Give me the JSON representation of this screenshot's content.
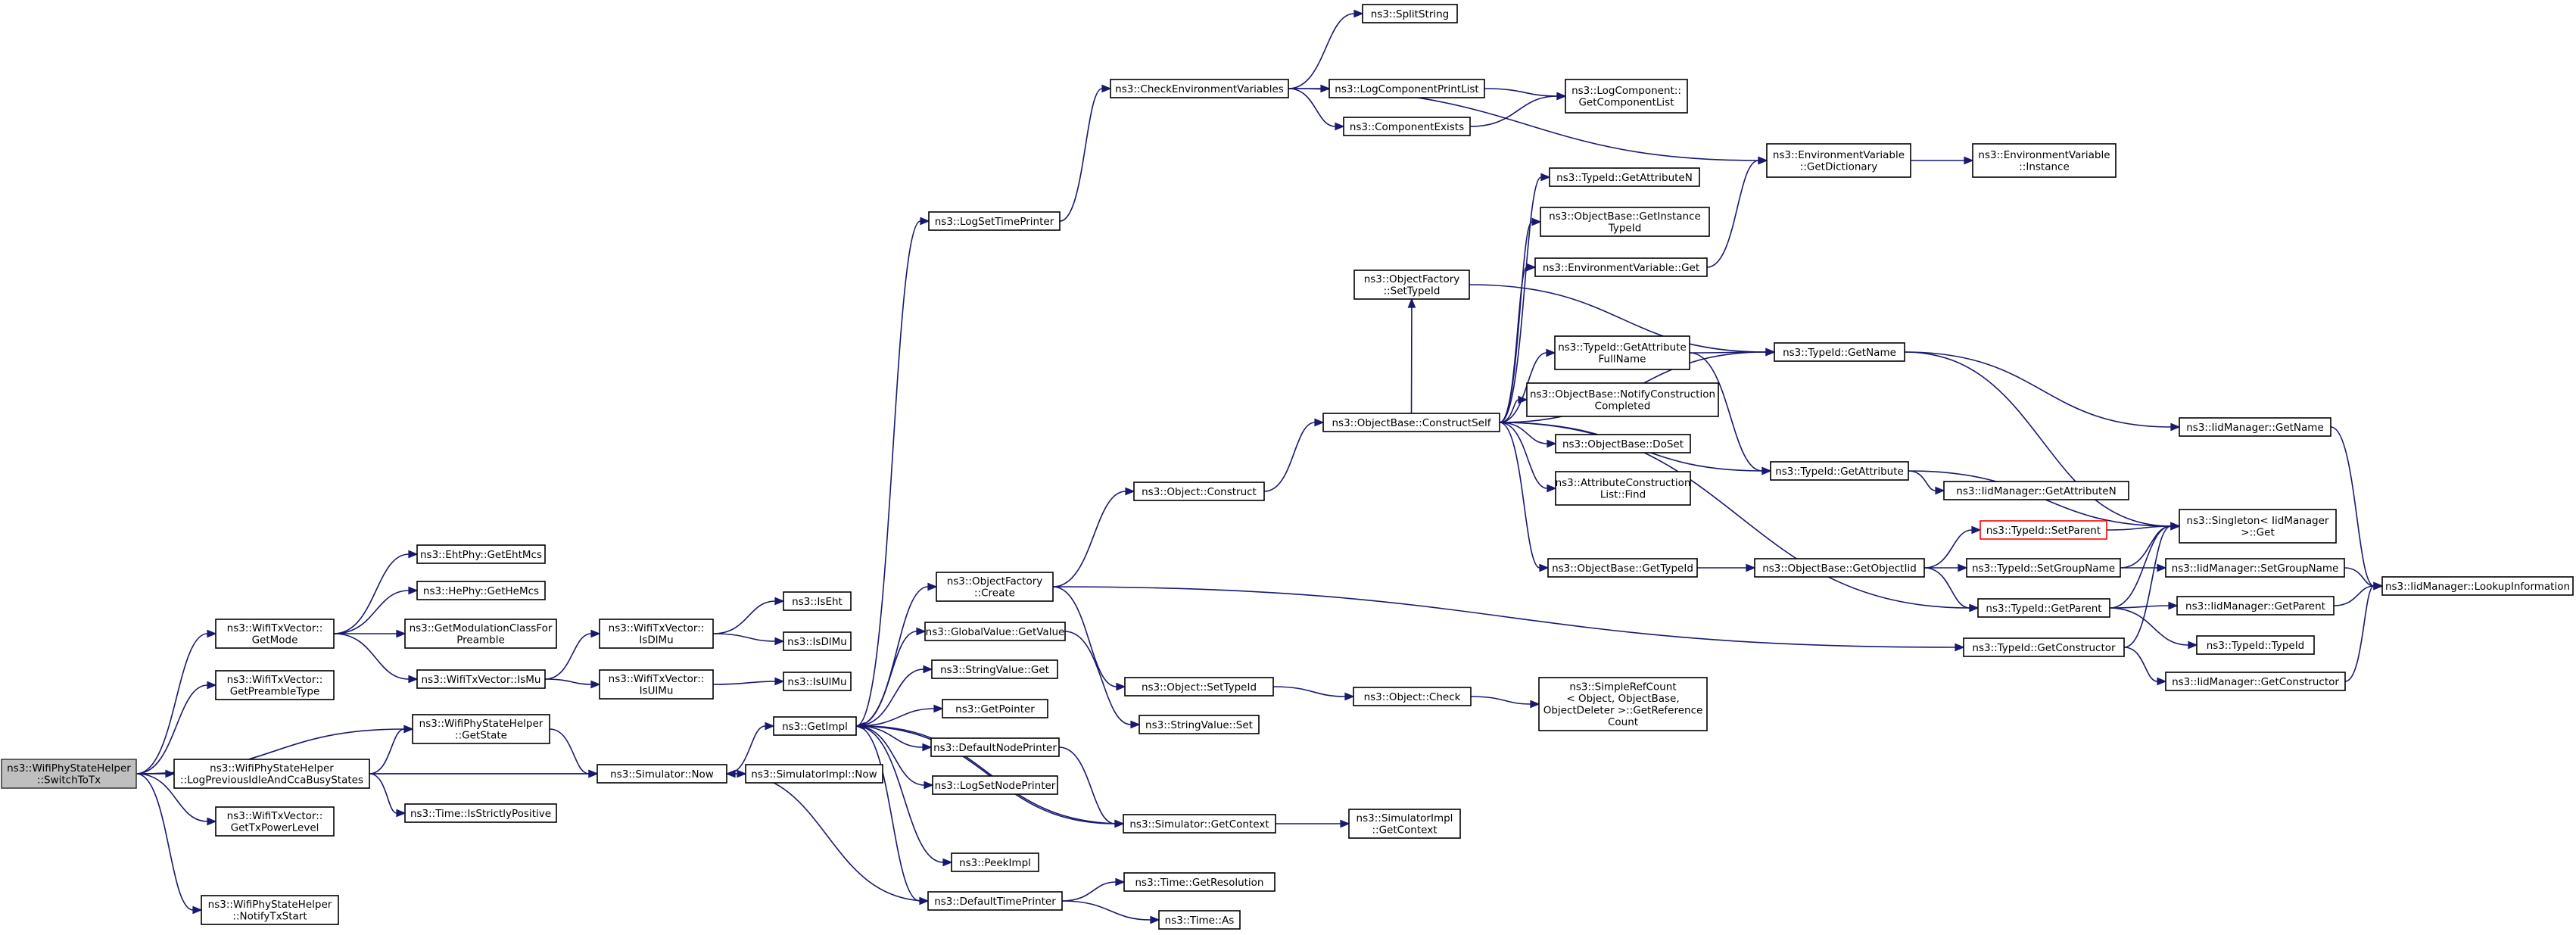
{
  "graph": {
    "nodes": [
      {
        "id": "root",
        "lines": [
          "ns3::WifiPhyStateHelper",
          "::SwitchToTx"
        ],
        "style": "root"
      },
      {
        "id": "getMode",
        "lines": [
          "ns3::WifiTxVector::",
          "GetMode"
        ]
      },
      {
        "id": "getPreambleType",
        "lines": [
          "ns3::WifiTxVector::",
          "GetPreambleType"
        ]
      },
      {
        "id": "getState",
        "lines": [
          "ns3::WifiPhyStateHelper",
          "::GetState"
        ]
      },
      {
        "id": "logPrev",
        "lines": [
          "ns3::WifiPhyStateHelper",
          "::LogPreviousIdleAndCcaBusyStates"
        ]
      },
      {
        "id": "getTxPowerLevel",
        "lines": [
          "ns3::WifiTxVector::",
          "GetTxPowerLevel"
        ]
      },
      {
        "id": "notifyTxStart",
        "lines": [
          "ns3::WifiPhyStateHelper",
          "::NotifyTxStart"
        ]
      },
      {
        "id": "ehtMcs",
        "lines": [
          "ns3::EhtPhy::GetEhtMcs"
        ]
      },
      {
        "id": "heMcs",
        "lines": [
          "ns3::HePhy::GetHeMcs"
        ]
      },
      {
        "id": "modClass",
        "lines": [
          "ns3::GetModulationClassFor",
          "Preamble"
        ]
      },
      {
        "id": "isMu",
        "lines": [
          "ns3::WifiTxVector::IsMu"
        ]
      },
      {
        "id": "isStrictlyPositive",
        "lines": [
          "ns3::Time::IsStrictlyPositive"
        ]
      },
      {
        "id": "simNow",
        "lines": [
          "ns3::Simulator::Now"
        ]
      },
      {
        "id": "isDlMu",
        "lines": [
          "ns3::WifiTxVector::",
          "IsDlMu"
        ]
      },
      {
        "id": "isUlMu",
        "lines": [
          "ns3::WifiTxVector::",
          "IsUlMu"
        ]
      },
      {
        "id": "isEht",
        "lines": [
          "ns3::IsEht"
        ]
      },
      {
        "id": "isDlMuFn",
        "lines": [
          "ns3::IsDlMu"
        ]
      },
      {
        "id": "isUlMuFn",
        "lines": [
          "ns3::IsUlMu"
        ]
      },
      {
        "id": "simImplNow",
        "lines": [
          "ns3::SimulatorImpl::Now"
        ]
      },
      {
        "id": "getImpl",
        "lines": [
          "ns3::GetImpl"
        ]
      },
      {
        "id": "logSetTimePrinter",
        "lines": [
          "ns3::LogSetTimePrinter"
        ]
      },
      {
        "id": "objFactoryCreate",
        "lines": [
          "ns3::ObjectFactory",
          "::Create"
        ]
      },
      {
        "id": "globalValueGet",
        "lines": [
          "ns3::GlobalValue::GetValue"
        ]
      },
      {
        "id": "stringValueGet",
        "lines": [
          "ns3::StringValue::Get"
        ]
      },
      {
        "id": "getPointer",
        "lines": [
          "ns3::GetPointer"
        ]
      },
      {
        "id": "defaultNodePrinter",
        "lines": [
          "ns3::DefaultNodePrinter"
        ]
      },
      {
        "id": "logSetNodePrinter",
        "lines": [
          "ns3::LogSetNodePrinter"
        ]
      },
      {
        "id": "peekImpl",
        "lines": [
          "ns3::PeekImpl"
        ]
      },
      {
        "id": "defaultTimePrinter",
        "lines": [
          "ns3::DefaultTimePrinter"
        ]
      },
      {
        "id": "checkEnv",
        "lines": [
          "ns3::CheckEnvironmentVariables"
        ]
      },
      {
        "id": "splitString",
        "lines": [
          "ns3::SplitString"
        ]
      },
      {
        "id": "logCompPrintList",
        "lines": [
          "ns3::LogComponentPrintList"
        ]
      },
      {
        "id": "componentExists",
        "lines": [
          "ns3::ComponentExists"
        ]
      },
      {
        "id": "objFactorySetTypeId",
        "lines": [
          "ns3::ObjectFactory",
          "::SetTypeId"
        ]
      },
      {
        "id": "objectConstruct",
        "lines": [
          "ns3::Object::Construct"
        ]
      },
      {
        "id": "objectSetTypeId",
        "lines": [
          "ns3::Object::SetTypeId"
        ]
      },
      {
        "id": "stringValueSet",
        "lines": [
          "ns3::StringValue::Set"
        ]
      },
      {
        "id": "simGetContext",
        "lines": [
          "ns3::Simulator::GetContext"
        ]
      },
      {
        "id": "timeGetResolution",
        "lines": [
          "ns3::Time::GetResolution"
        ]
      },
      {
        "id": "timeAs",
        "lines": [
          "ns3::Time::As"
        ]
      },
      {
        "id": "getCompList",
        "lines": [
          "ns3::LogComponent::",
          "GetComponentList"
        ]
      },
      {
        "id": "objectCheck",
        "lines": [
          "ns3::Object::Check"
        ]
      },
      {
        "id": "simImplGetContext",
        "lines": [
          "ns3::SimulatorImpl",
          "::GetContext"
        ]
      },
      {
        "id": "constructSelf",
        "lines": [
          "ns3::ObjectBase::ConstructSelf"
        ]
      },
      {
        "id": "typeGetAttrN",
        "lines": [
          "ns3::TypeId::GetAttributeN"
        ]
      },
      {
        "id": "getInstTypeId",
        "lines": [
          "ns3::ObjectBase::GetInstance",
          "TypeId"
        ]
      },
      {
        "id": "envVarGet",
        "lines": [
          "ns3::EnvironmentVariable::Get"
        ]
      },
      {
        "id": "getAttrFullName",
        "lines": [
          "ns3::TypeId::GetAttribute",
          "FullName"
        ]
      },
      {
        "id": "notifyConstruction",
        "lines": [
          "ns3::ObjectBase::NotifyConstruction",
          "Completed"
        ]
      },
      {
        "id": "doSet",
        "lines": [
          "ns3::ObjectBase::DoSet"
        ]
      },
      {
        "id": "attrListFind",
        "lines": [
          "ns3::AttributeConstruction",
          "List::Find"
        ]
      },
      {
        "id": "objBaseGetTypeId",
        "lines": [
          "ns3::ObjectBase::GetTypeId"
        ]
      },
      {
        "id": "simpleRefCount",
        "lines": [
          "ns3::SimpleRefCount",
          "< Object, ObjectBase,",
          "ObjectDeleter >::GetReference",
          "Count"
        ]
      },
      {
        "id": "envGetDict",
        "lines": [
          "ns3::EnvironmentVariable",
          "::GetDictionary"
        ]
      },
      {
        "id": "typeGetName",
        "lines": [
          "ns3::TypeId::GetName"
        ]
      },
      {
        "id": "typeGetAttribute",
        "lines": [
          "ns3::TypeId::GetAttribute"
        ]
      },
      {
        "id": "getObjectIid",
        "lines": [
          "ns3::ObjectBase::GetObjectIid"
        ]
      },
      {
        "id": "typeSetParent",
        "lines": [
          "ns3::TypeId::SetParent"
        ],
        "style": "red"
      },
      {
        "id": "typeSetGroupName",
        "lines": [
          "ns3::TypeId::SetGroupName"
        ]
      },
      {
        "id": "typeGetParent",
        "lines": [
          "ns3::TypeId::GetParent"
        ]
      },
      {
        "id": "typeGetConstructor",
        "lines": [
          "ns3::TypeId::GetConstructor"
        ]
      },
      {
        "id": "envInstance",
        "lines": [
          "ns3::EnvironmentVariable",
          "::Instance"
        ]
      },
      {
        "id": "iidGetName",
        "lines": [
          "ns3::IidManager::GetName"
        ]
      },
      {
        "id": "iidGetAttrN",
        "lines": [
          "ns3::IidManager::GetAttributeN"
        ]
      },
      {
        "id": "singletonGet",
        "lines": [
          "ns3::Singleton< IidManager",
          ">::Get"
        ]
      },
      {
        "id": "iidSetGroupName",
        "lines": [
          "ns3::IidManager::SetGroupName"
        ]
      },
      {
        "id": "iidGetParent",
        "lines": [
          "ns3::IidManager::GetParent"
        ]
      },
      {
        "id": "typeTypeId",
        "lines": [
          "ns3::TypeId::TypeId"
        ]
      },
      {
        "id": "iidGetConstructor",
        "lines": [
          "ns3::IidManager::GetConstructor"
        ]
      },
      {
        "id": "iidLookup",
        "lines": [
          "ns3::IidManager::LookupInformation"
        ]
      }
    ],
    "edges": [
      [
        "root",
        "getMode"
      ],
      [
        "root",
        "getPreambleType"
      ],
      [
        "root",
        "getState"
      ],
      [
        "root",
        "logPrev"
      ],
      [
        "root",
        "getTxPowerLevel"
      ],
      [
        "root",
        "notifyTxStart"
      ],
      [
        "root",
        "simNow"
      ],
      [
        "getMode",
        "ehtMcs"
      ],
      [
        "getMode",
        "heMcs"
      ],
      [
        "getMode",
        "modClass"
      ],
      [
        "getMode",
        "isMu"
      ],
      [
        "getState",
        "simNow"
      ],
      [
        "logPrev",
        "getState"
      ],
      [
        "logPrev",
        "isStrictlyPositive"
      ],
      [
        "logPrev",
        "simNow"
      ],
      [
        "isMu",
        "isDlMu"
      ],
      [
        "isMu",
        "isUlMu"
      ],
      [
        "isDlMu",
        "isEht"
      ],
      [
        "isDlMu",
        "isDlMuFn"
      ],
      [
        "isUlMu",
        "isUlMuFn"
      ],
      [
        "simNow",
        "getImpl"
      ],
      [
        "simNow",
        "simImplNow"
      ],
      [
        "getImpl",
        "logSetTimePrinter"
      ],
      [
        "getImpl",
        "objFactoryCreate"
      ],
      [
        "getImpl",
        "globalValueGet"
      ],
      [
        "getImpl",
        "stringValueGet"
      ],
      [
        "getImpl",
        "getPointer"
      ],
      [
        "getImpl",
        "defaultNodePrinter"
      ],
      [
        "getImpl",
        "logSetNodePrinter"
      ],
      [
        "getImpl",
        "peekImpl"
      ],
      [
        "getImpl",
        "defaultTimePrinter"
      ],
      [
        "getImpl",
        "simGetContext"
      ],
      [
        "logSetTimePrinter",
        "checkEnv"
      ],
      [
        "checkEnv",
        "splitString"
      ],
      [
        "checkEnv",
        "logCompPrintList"
      ],
      [
        "checkEnv",
        "componentExists"
      ],
      [
        "checkEnv",
        "envGetDict"
      ],
      [
        "logCompPrintList",
        "getCompList"
      ],
      [
        "componentExists",
        "getCompList"
      ],
      [
        "objFactoryCreate",
        "objectConstruct"
      ],
      [
        "objFactoryCreate",
        "objectSetTypeId"
      ],
      [
        "objFactoryCreate",
        "typeGetConstructor"
      ],
      [
        "objFactorySetTypeId",
        "typeGetName"
      ],
      [
        "globalValueGet",
        "stringValueSet"
      ],
      [
        "defaultNodePrinter",
        "simGetContext"
      ],
      [
        "simGetContext",
        "getImpl"
      ],
      [
        "simGetContext",
        "simImplGetContext"
      ],
      [
        "defaultTimePrinter",
        "simNow"
      ],
      [
        "defaultTimePrinter",
        "timeGetResolution"
      ],
      [
        "defaultTimePrinter",
        "timeAs"
      ],
      [
        "objectConstruct",
        "constructSelf"
      ],
      [
        "objectSetTypeId",
        "objectCheck"
      ],
      [
        "objectCheck",
        "simpleRefCount"
      ],
      [
        "constructSelf",
        "objFactorySetTypeId"
      ],
      [
        "constructSelf",
        "typeGetAttrN"
      ],
      [
        "constructSelf",
        "getInstTypeId"
      ],
      [
        "constructSelf",
        "envVarGet"
      ],
      [
        "constructSelf",
        "typeGetName"
      ],
      [
        "constructSelf",
        "getAttrFullName"
      ],
      [
        "constructSelf",
        "notifyConstruction"
      ],
      [
        "constructSelf",
        "doSet"
      ],
      [
        "constructSelf",
        "attrListFind"
      ],
      [
        "constructSelf",
        "typeGetAttribute"
      ],
      [
        "constructSelf",
        "objBaseGetTypeId"
      ],
      [
        "constructSelf",
        "typeGetParent"
      ],
      [
        "envVarGet",
        "envGetDict"
      ],
      [
        "getAttrFullName",
        "typeGetName"
      ],
      [
        "getAttrFullName",
        "typeGetAttribute"
      ],
      [
        "objBaseGetTypeId",
        "getObjectIid"
      ],
      [
        "envGetDict",
        "envInstance"
      ],
      [
        "typeGetName",
        "iidGetName"
      ],
      [
        "typeGetName",
        "singletonGet"
      ],
      [
        "typeGetAttribute",
        "iidGetAttrN"
      ],
      [
        "typeGetAttribute",
        "singletonGet"
      ],
      [
        "getObjectIid",
        "typeSetParent"
      ],
      [
        "getObjectIid",
        "typeSetGroupName"
      ],
      [
        "getObjectIid",
        "typeGetParent"
      ],
      [
        "typeSetParent",
        "singletonGet"
      ],
      [
        "typeSetGroupName",
        "singletonGet"
      ],
      [
        "typeSetGroupName",
        "iidSetGroupName"
      ],
      [
        "typeGetParent",
        "singletonGet"
      ],
      [
        "typeGetParent",
        "iidGetParent"
      ],
      [
        "typeGetParent",
        "typeTypeId"
      ],
      [
        "typeGetConstructor",
        "singletonGet"
      ],
      [
        "typeGetConstructor",
        "iidGetConstructor"
      ],
      [
        "iidGetName",
        "iidLookup"
      ],
      [
        "iidSetGroupName",
        "iidLookup"
      ],
      [
        "iidGetParent",
        "iidLookup"
      ],
      [
        "iidGetConstructor",
        "iidLookup"
      ]
    ]
  }
}
